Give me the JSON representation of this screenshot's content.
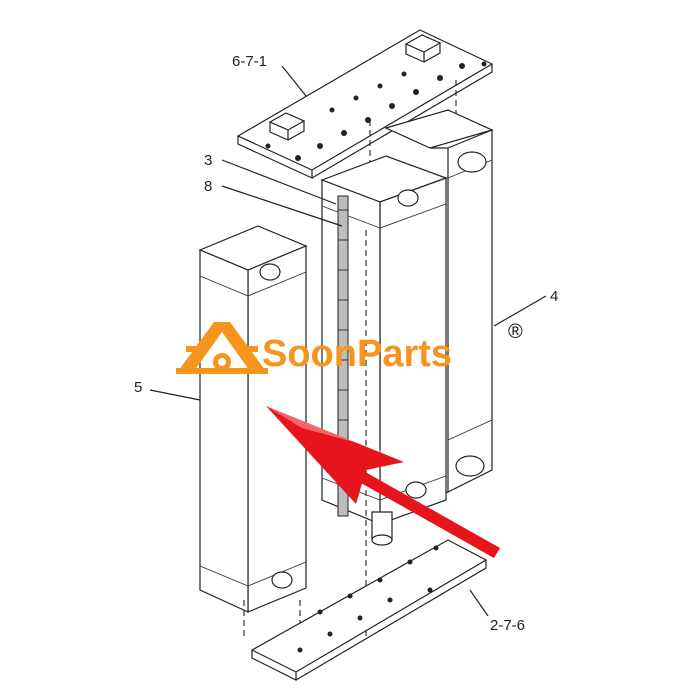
{
  "figure": {
    "callouts": [
      {
        "id": "top-plate",
        "text": "6-7-1"
      },
      {
        "id": "part-3",
        "text": "3"
      },
      {
        "id": "part-8",
        "text": "8"
      },
      {
        "id": "part-4",
        "text": "4"
      },
      {
        "id": "part-5",
        "text": "5"
      },
      {
        "id": "bottom-plate",
        "text": "2-7-6"
      }
    ]
  },
  "watermark": {
    "brand": "SoonParts",
    "registered_mark": "®",
    "color": "#f7941d"
  },
  "arrow": {
    "color": "#e8141b",
    "points_to": "part-5"
  }
}
